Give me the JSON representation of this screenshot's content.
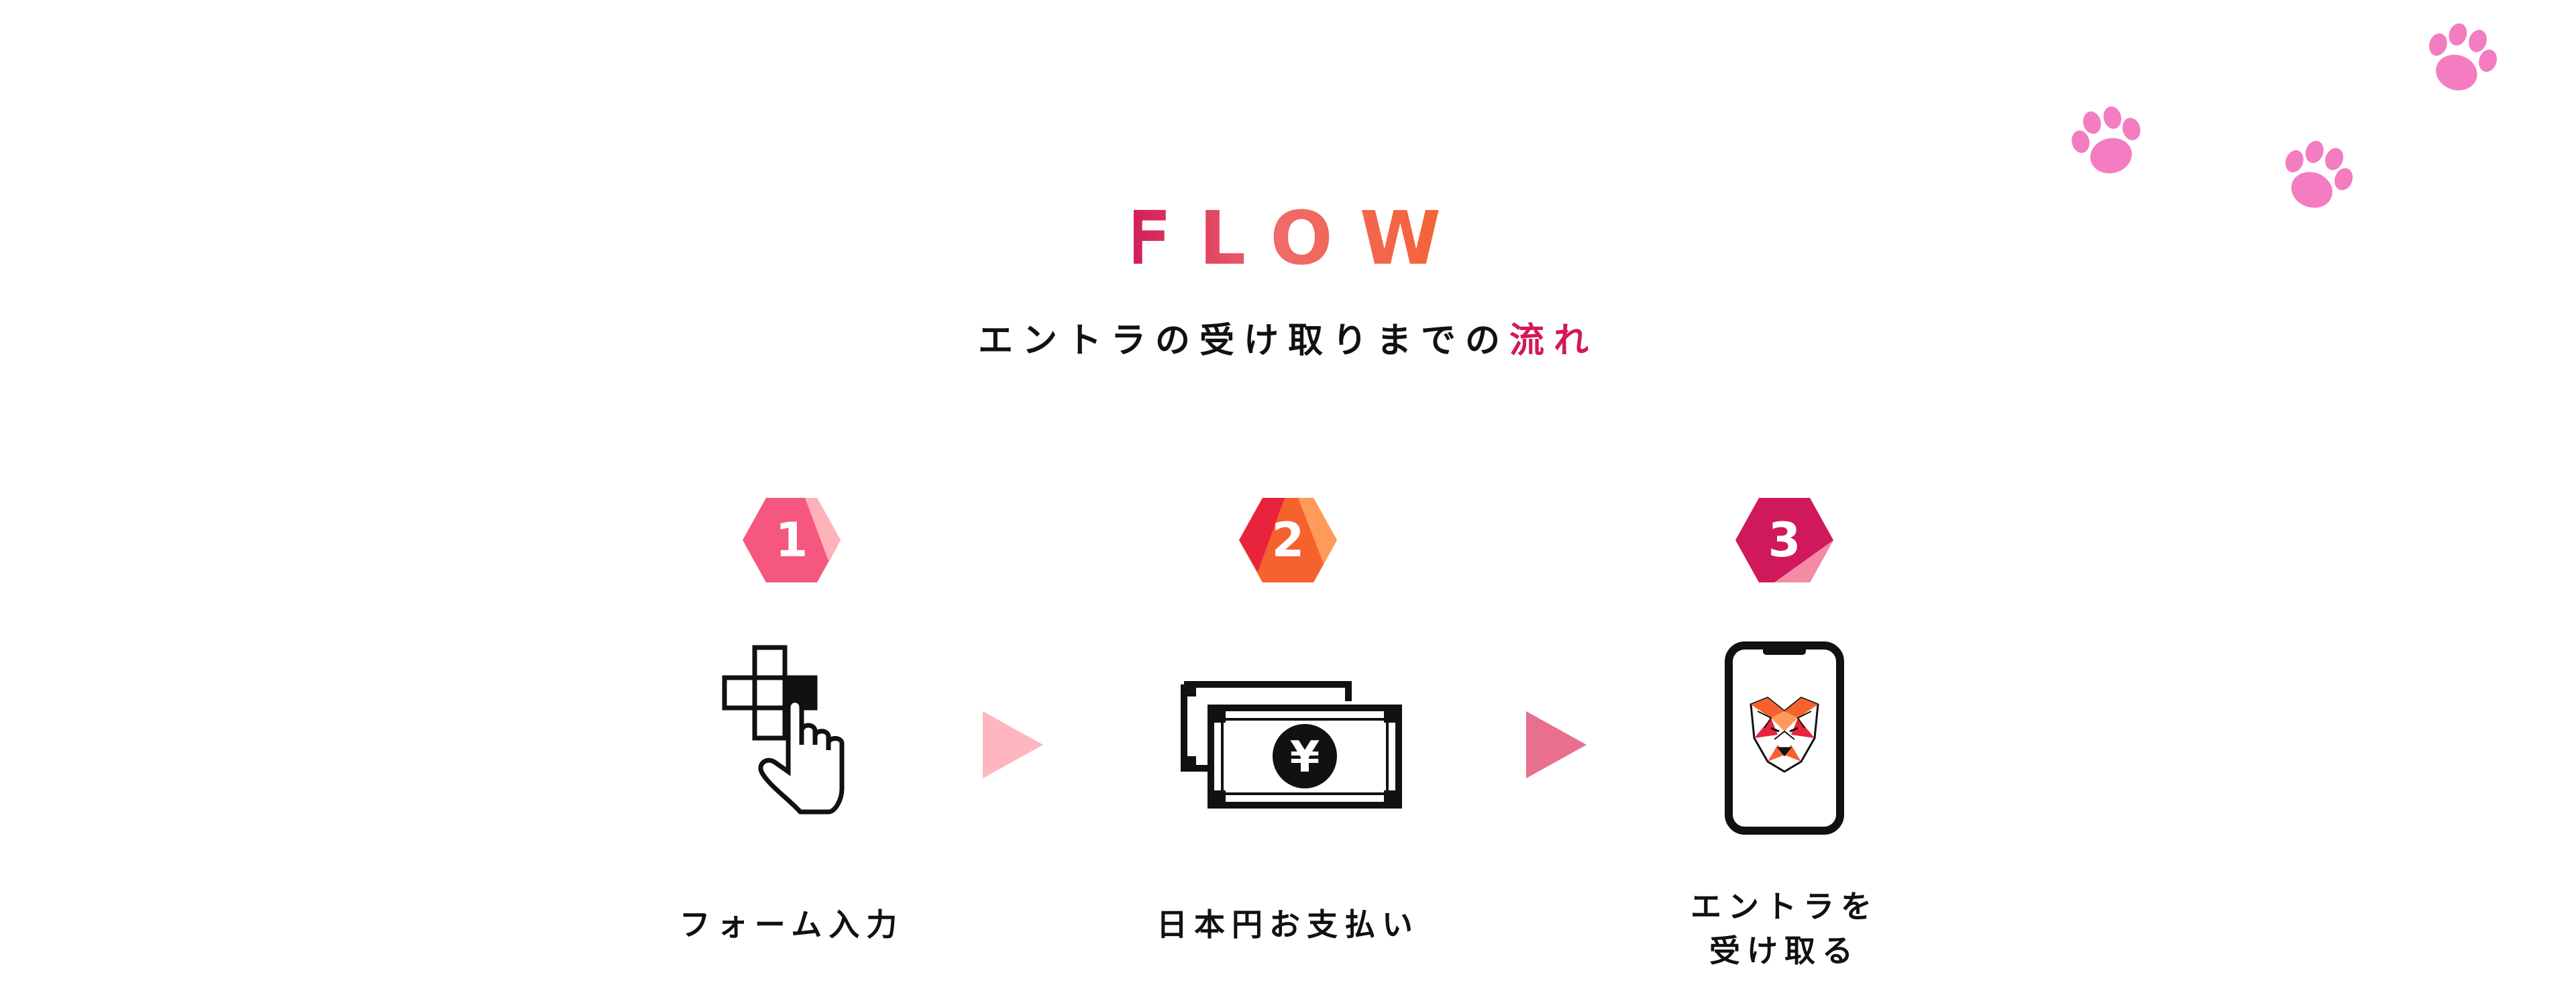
{
  "section": {
    "title": "FLOW",
    "subtitle_main": "エントラの受け取りまでの",
    "subtitle_accent": "流れ"
  },
  "steps": [
    {
      "number": "1",
      "label": "フォーム入力",
      "icon": "cursor-click-icon"
    },
    {
      "number": "2",
      "label": "日本円お支払い",
      "icon": "yen-banknote-icon"
    },
    {
      "number": "3",
      "label_line1": "エントラを",
      "label_line2": "受け取る",
      "icon": "smartphone-tiger-icon"
    }
  ],
  "decorations": [
    "paw-print-icon",
    "paw-print-icon",
    "paw-print-icon"
  ],
  "colors": {
    "accent": "#d0195a",
    "pink": "#f06a8f",
    "orange": "#f5622e",
    "paw": "#f47cc0",
    "arrow_light": "#ffb6be",
    "arrow_dark": "#e86f8d"
  }
}
